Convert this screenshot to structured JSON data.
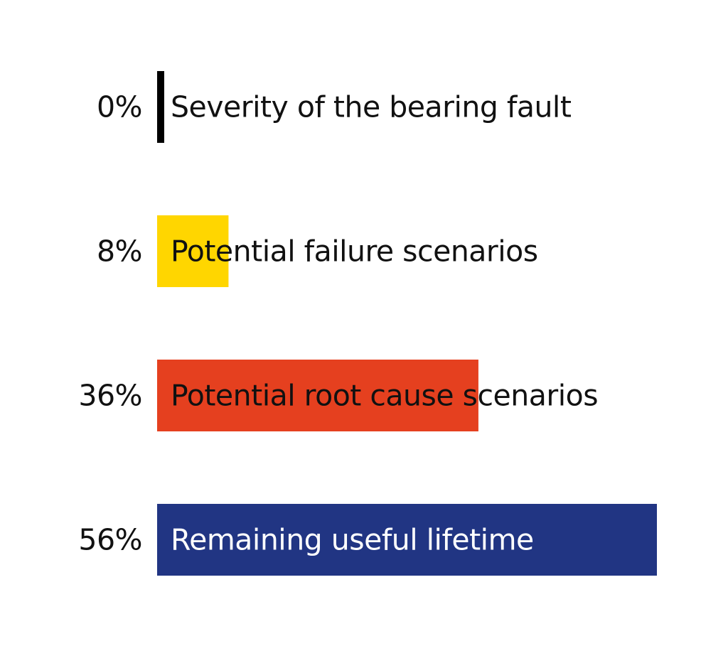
{
  "chart_data": {
    "type": "bar",
    "orientation": "horizontal",
    "categories": [
      "Severity of the bearing fault",
      "Potential failure scenarios",
      "Potential root cause scenarios",
      "Remaining useful lifetime"
    ],
    "values": [
      0,
      8,
      36,
      56
    ],
    "value_labels": [
      "0%",
      "8%",
      "36%",
      "56%"
    ],
    "unit": "%",
    "colors": [
      "#000000",
      "#FFD600",
      "#E5401F",
      "#213583"
    ],
    "label_colors": [
      "#111111",
      "#111111",
      "#111111",
      "#ffffff"
    ],
    "xlim": [
      0,
      56
    ],
    "grid": false,
    "legend": "none"
  }
}
